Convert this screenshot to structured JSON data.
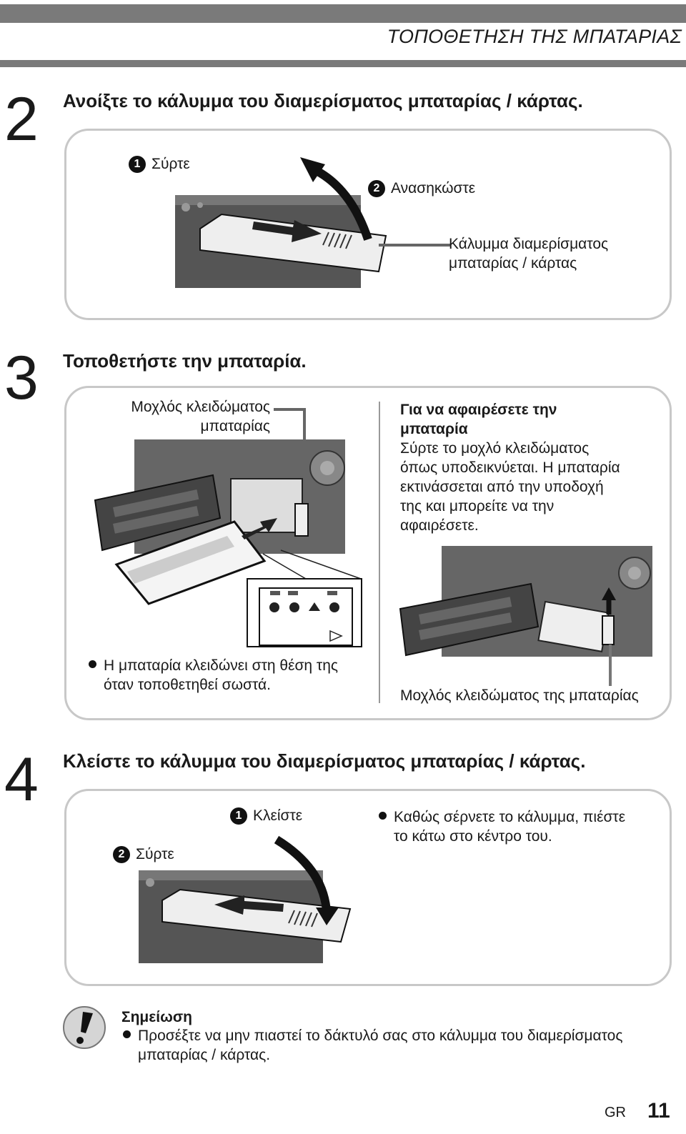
{
  "header": {
    "title": "ΤΟΠΟΘΕΤΗΣΗ ΤΗΣ ΜΠΑΤΑΡΙΑΣ"
  },
  "step2": {
    "number": "2",
    "title": "Ανοίξτε το κάλυμμα του διαμερίσματος μπαταρίας / κάρτας.",
    "badge1": "1",
    "slide_label": "Σύρτε",
    "badge2": "2",
    "lift_label": "Ανασηκώστε",
    "cover_label_line1": "Κάλυμμα διαμερίσματος",
    "cover_label_line2": "μπαταρίας / κάρτας"
  },
  "step3": {
    "number": "3",
    "title": "Τοποθετήστε την μπαταρία.",
    "lock_label_line1": "Μοχλός κλειδώματος",
    "lock_label_line2": "μπαταρίας",
    "remove_title_line1": "Για να αφαιρέσετε την",
    "remove_title_line2": "μπαταρία",
    "remove_text_lines": [
      "Σύρτε το μοχλό κλειδώματος",
      "όπως υποδεικνύεται. Η μπαταρία",
      "εκτινάσσεται από την υποδοχή",
      "της και μπορείτε να την",
      "αφαιρέσετε."
    ],
    "note_line1": "Η μπαταρία κλειδώνει στη θέση της",
    "note_line2": "όταν τοποθετηθεί σωστά.",
    "lever_caption": "Μοχλός κλειδώματος της μπαταρίας"
  },
  "step4": {
    "number": "4",
    "title": "Κλείστε το κάλυμμα του διαμερίσματος μπαταρίας / κάρτας.",
    "badge1": "1",
    "close_label": "Κλείστε",
    "badge2": "2",
    "slide_label": "Σύρτε",
    "note_line1": "Καθώς σέρνετε το κάλυμμα, πιέστε",
    "note_line2": "το κάτω στο κέντρο του."
  },
  "note": {
    "title": "Σημείωση",
    "line1": "Προσέξτε να μην πιαστεί το δάκτυλό σας στο κάλυμμα του διαμερίσματος",
    "line2": "μπαταρίας / κάρτας."
  },
  "footer": {
    "lang": "GR",
    "page": "11"
  }
}
